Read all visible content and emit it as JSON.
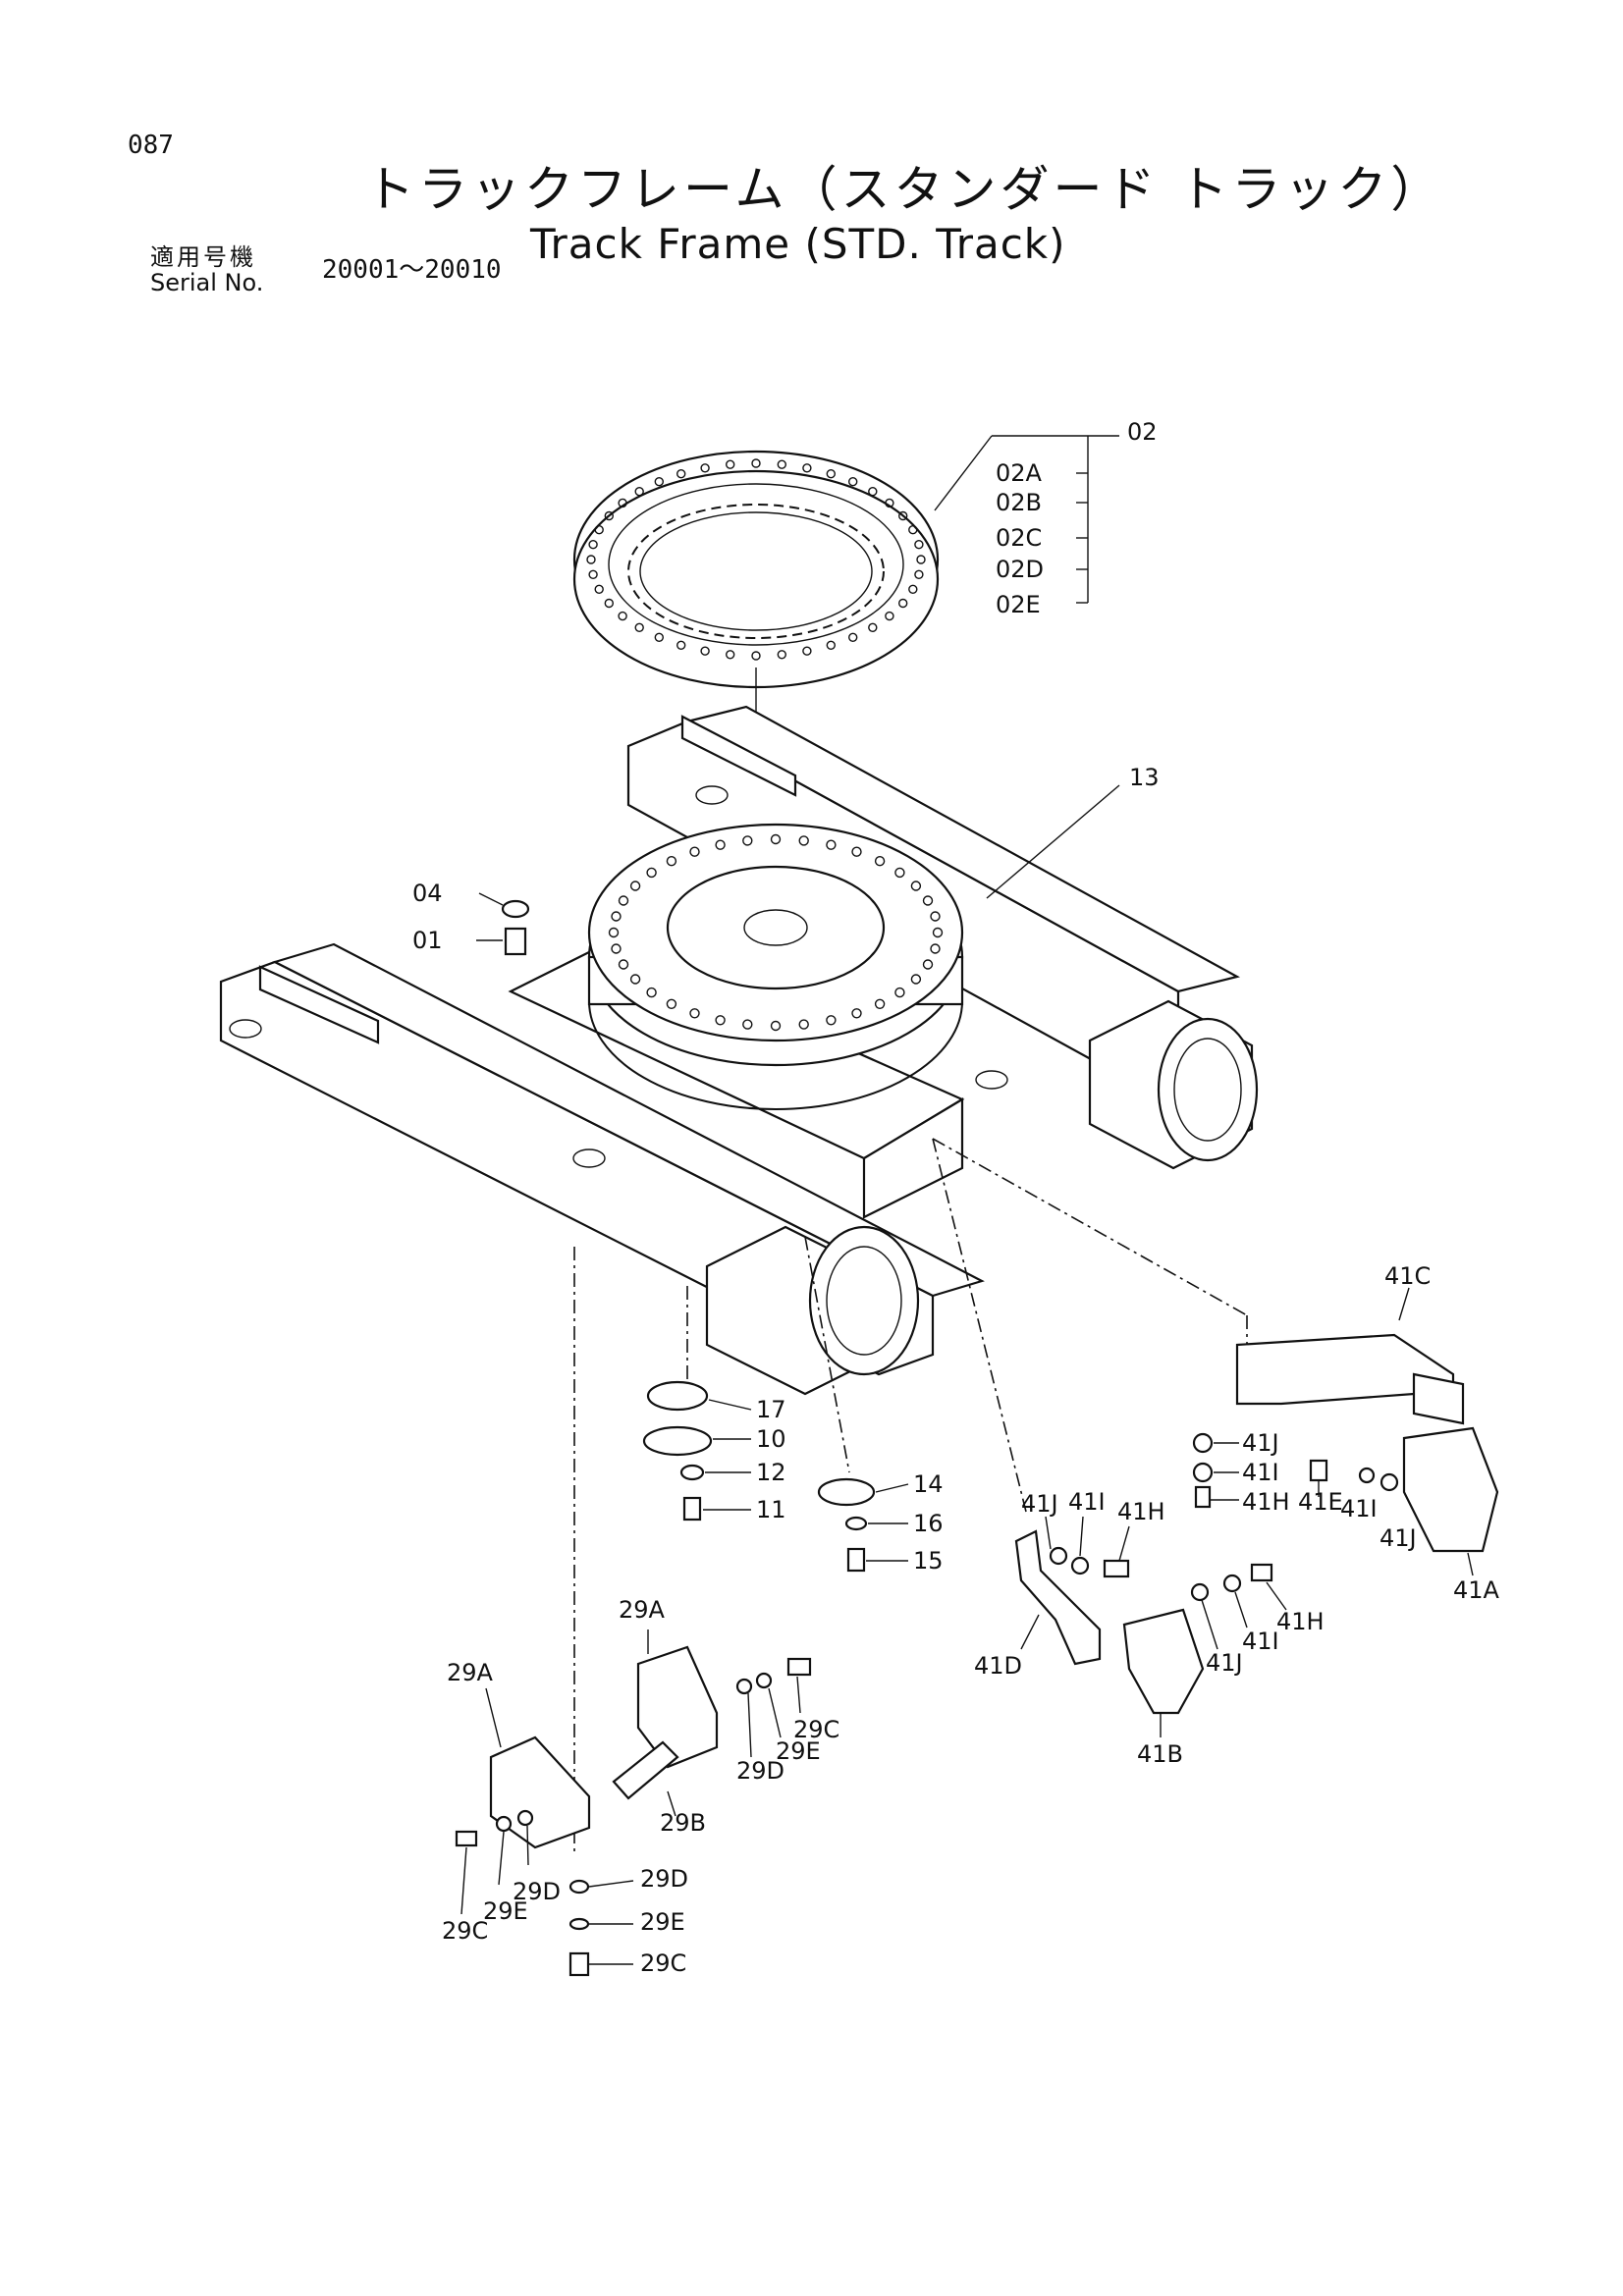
{
  "header": {
    "page_number": "087",
    "title_jp": "トラックフレーム（スタンダード トラック）",
    "title_en": "Track Frame (STD. Track)",
    "serial_label_jp": "適用号機",
    "serial_label_en": "Serial No.",
    "serial_range": "20001～20010"
  },
  "callouts": {
    "c02": "02",
    "c02A": "02A",
    "c02B": "02B",
    "c02C": "02C",
    "c02D": "02D",
    "c02E": "02E",
    "c13": "13",
    "c04": "04",
    "c01": "01",
    "c17": "17",
    "c10": "10",
    "c12": "12",
    "c11": "11",
    "c14": "14",
    "c16": "16",
    "c15": "15",
    "c41C": "41C",
    "c41J_a": "41J",
    "c41I_a": "41I",
    "c41H_a": "41H",
    "c41E": "41E",
    "c41I_b": "41I",
    "c41J_b": "41J",
    "c41A": "41A",
    "c41J_c": "41J",
    "c41I_c": "41I",
    "c41H_c": "41H",
    "c41D": "41D",
    "c41H_d": "41H",
    "c41I_d": "41I",
    "c41J_d": "41J",
    "c41B": "41B",
    "c29A_a": "29A",
    "c29A_b": "29A",
    "c29C_a": "29C",
    "c29E_a": "29E",
    "c29D_a": "29D",
    "c29B": "29B",
    "c29C_b": "29C",
    "c29E_b": "29E",
    "c29D_b": "29D",
    "c29D_c": "29D",
    "c29E_c": "29E",
    "c29C_c": "29C"
  }
}
